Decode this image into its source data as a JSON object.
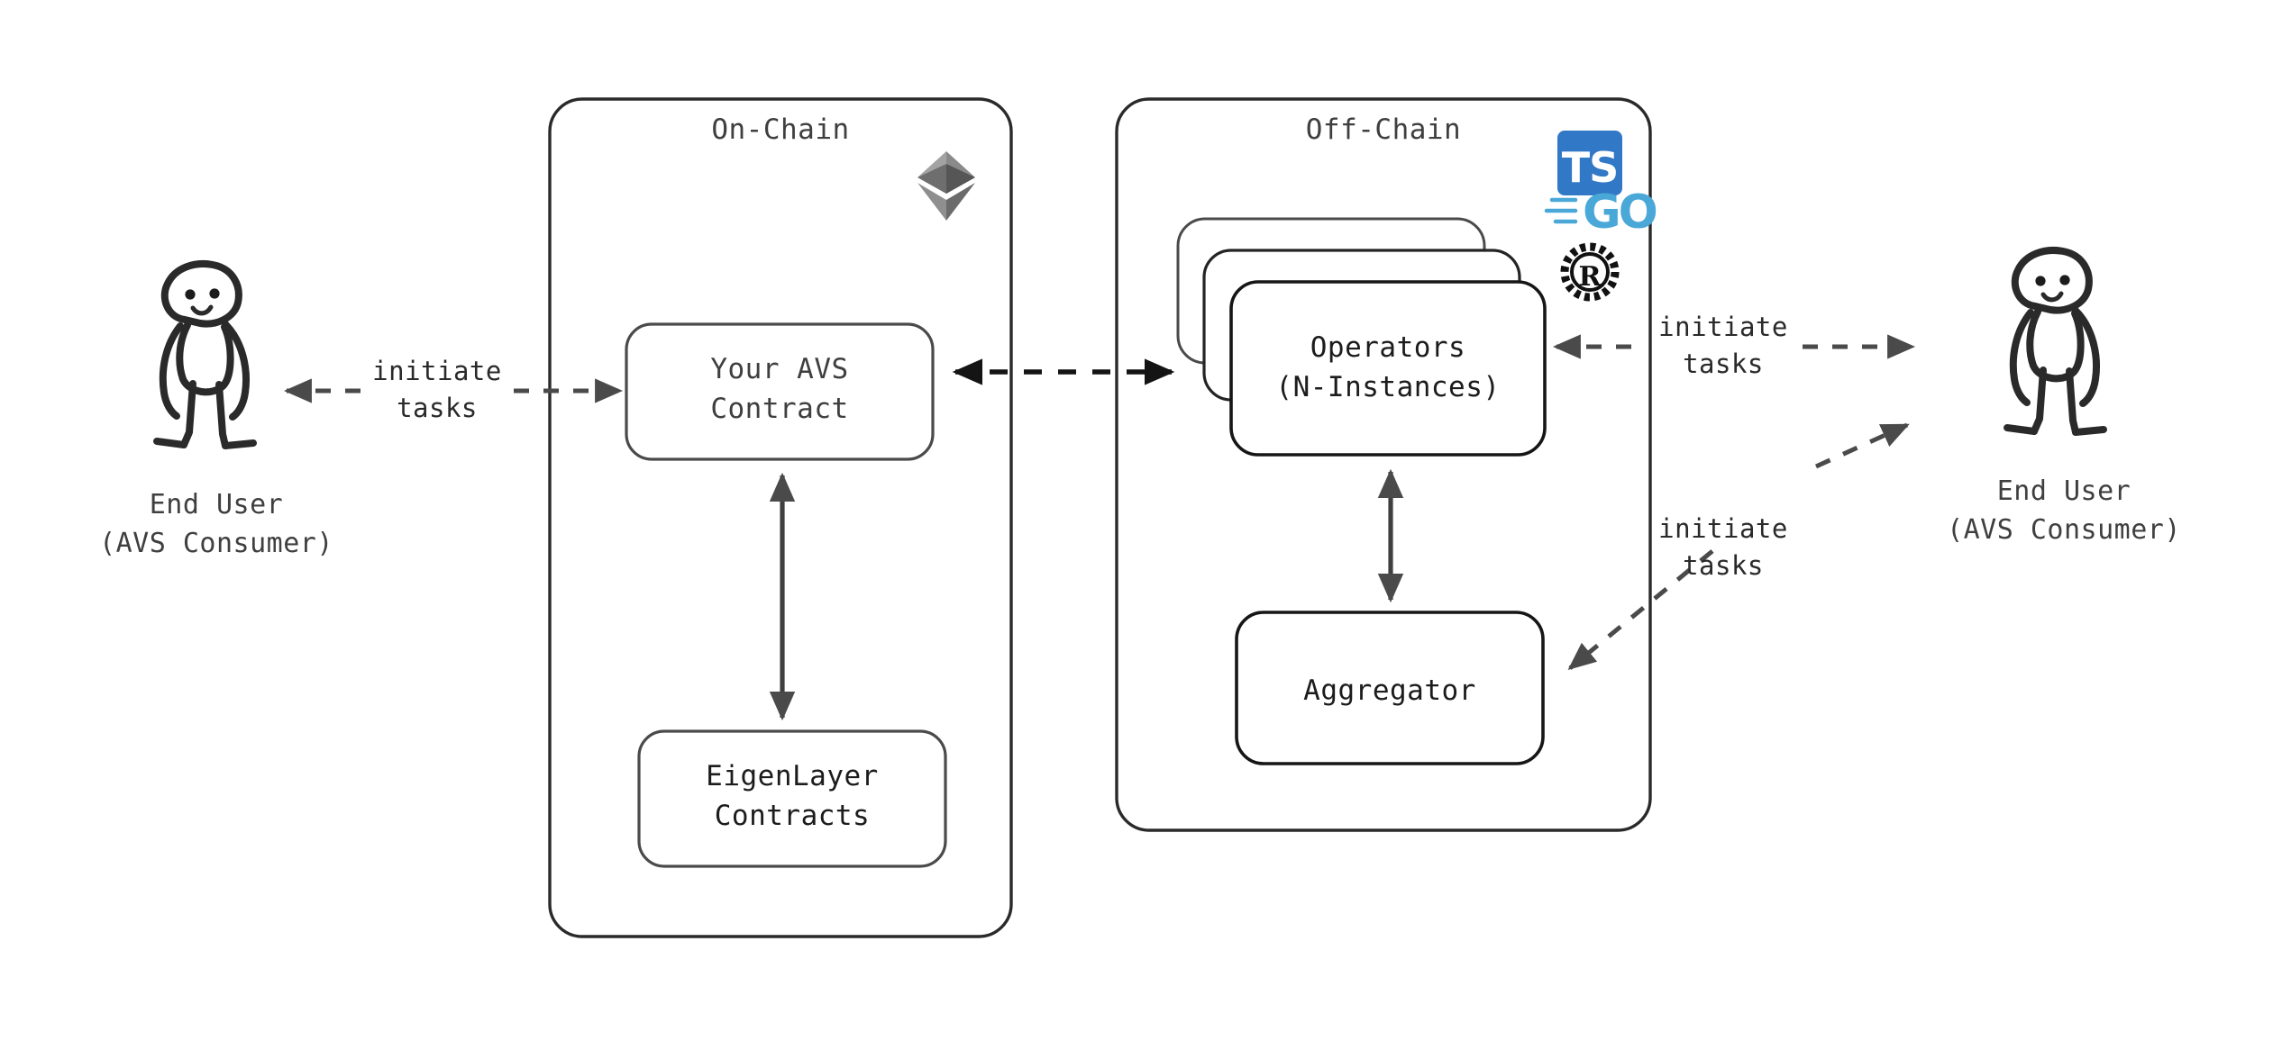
{
  "diagram": {
    "title": "EigenLayer AVS Architecture",
    "background_color": "#ffffff",
    "stroke_color": "#1c1c1c",
    "muted_stroke_color": "#4a4a4a",
    "text_color": "#3f3f3f"
  },
  "zones": [
    {
      "id": "on-chain",
      "title": "On-Chain",
      "badge_icons": [
        "ethereum-logo"
      ]
    },
    {
      "id": "off-chain",
      "title": "Off-Chain",
      "badge_icons": [
        "typescript-logo",
        "golang-logo",
        "rust-logo"
      ]
    }
  ],
  "nodes": [
    {
      "id": "avs-contract",
      "zone": "on-chain",
      "lines": [
        "Your AVS",
        "Contract"
      ]
    },
    {
      "id": "eigenlayer-contracts",
      "zone": "on-chain",
      "lines": [
        "EigenLayer",
        "Contracts"
      ]
    },
    {
      "id": "operators",
      "zone": "off-chain",
      "lines": [
        "Operators",
        "(N-Instances)"
      ],
      "stacked": true,
      "stack_count": 3
    },
    {
      "id": "aggregator",
      "zone": "off-chain",
      "lines": [
        "Aggregator"
      ]
    }
  ],
  "actors": [
    {
      "id": "end-user-left",
      "lines": [
        "End User",
        "(AVS Consumer)"
      ],
      "icon": "stick-figure"
    },
    {
      "id": "end-user-right",
      "lines": [
        "End User",
        "(AVS Consumer)"
      ],
      "icon": "stick-figure"
    }
  ],
  "edges": [
    {
      "id": "user-left-to-avs-contract",
      "from": "end-user-left",
      "to": "avs-contract",
      "style": "dashed",
      "direction": "bidirectional",
      "label_lines": [
        "initiate",
        "tasks"
      ]
    },
    {
      "id": "avs-contract-to-operators",
      "from": "avs-contract",
      "to": "operators",
      "style": "dashed",
      "direction": "bidirectional",
      "label_lines": []
    },
    {
      "id": "avs-contract-to-eigenlayer",
      "from": "avs-contract",
      "to": "eigenlayer-contracts",
      "style": "solid",
      "direction": "bidirectional",
      "label_lines": []
    },
    {
      "id": "operators-to-aggregator",
      "from": "operators",
      "to": "aggregator",
      "style": "solid",
      "direction": "bidirectional",
      "label_lines": []
    },
    {
      "id": "user-right-to-operators",
      "from": "end-user-right",
      "to": "operators",
      "style": "dashed",
      "direction": "bidirectional",
      "label_lines": [
        "initiate",
        "tasks"
      ]
    },
    {
      "id": "user-right-to-aggregator",
      "from": "end-user-right",
      "to": "aggregator",
      "style": "dashed",
      "direction": "bidirectional",
      "label_lines": [
        "initiate",
        "tasks"
      ]
    }
  ],
  "icons": {
    "typescript": {
      "name": "typescript-logo",
      "label": "TS",
      "color": "#3178c6",
      "text_color": "#ffffff"
    },
    "golang": {
      "name": "golang-logo",
      "label": "GO",
      "color": "#4aa8d8"
    },
    "rust": {
      "name": "rust-logo",
      "label": "R",
      "color": "#111111"
    },
    "ethereum": {
      "name": "ethereum-logo",
      "color_light": "#a7a7a7",
      "color_mid": "#8c8c8c",
      "color_dark": "#5f5f5f",
      "color_darker": "#4f4f4f"
    }
  }
}
